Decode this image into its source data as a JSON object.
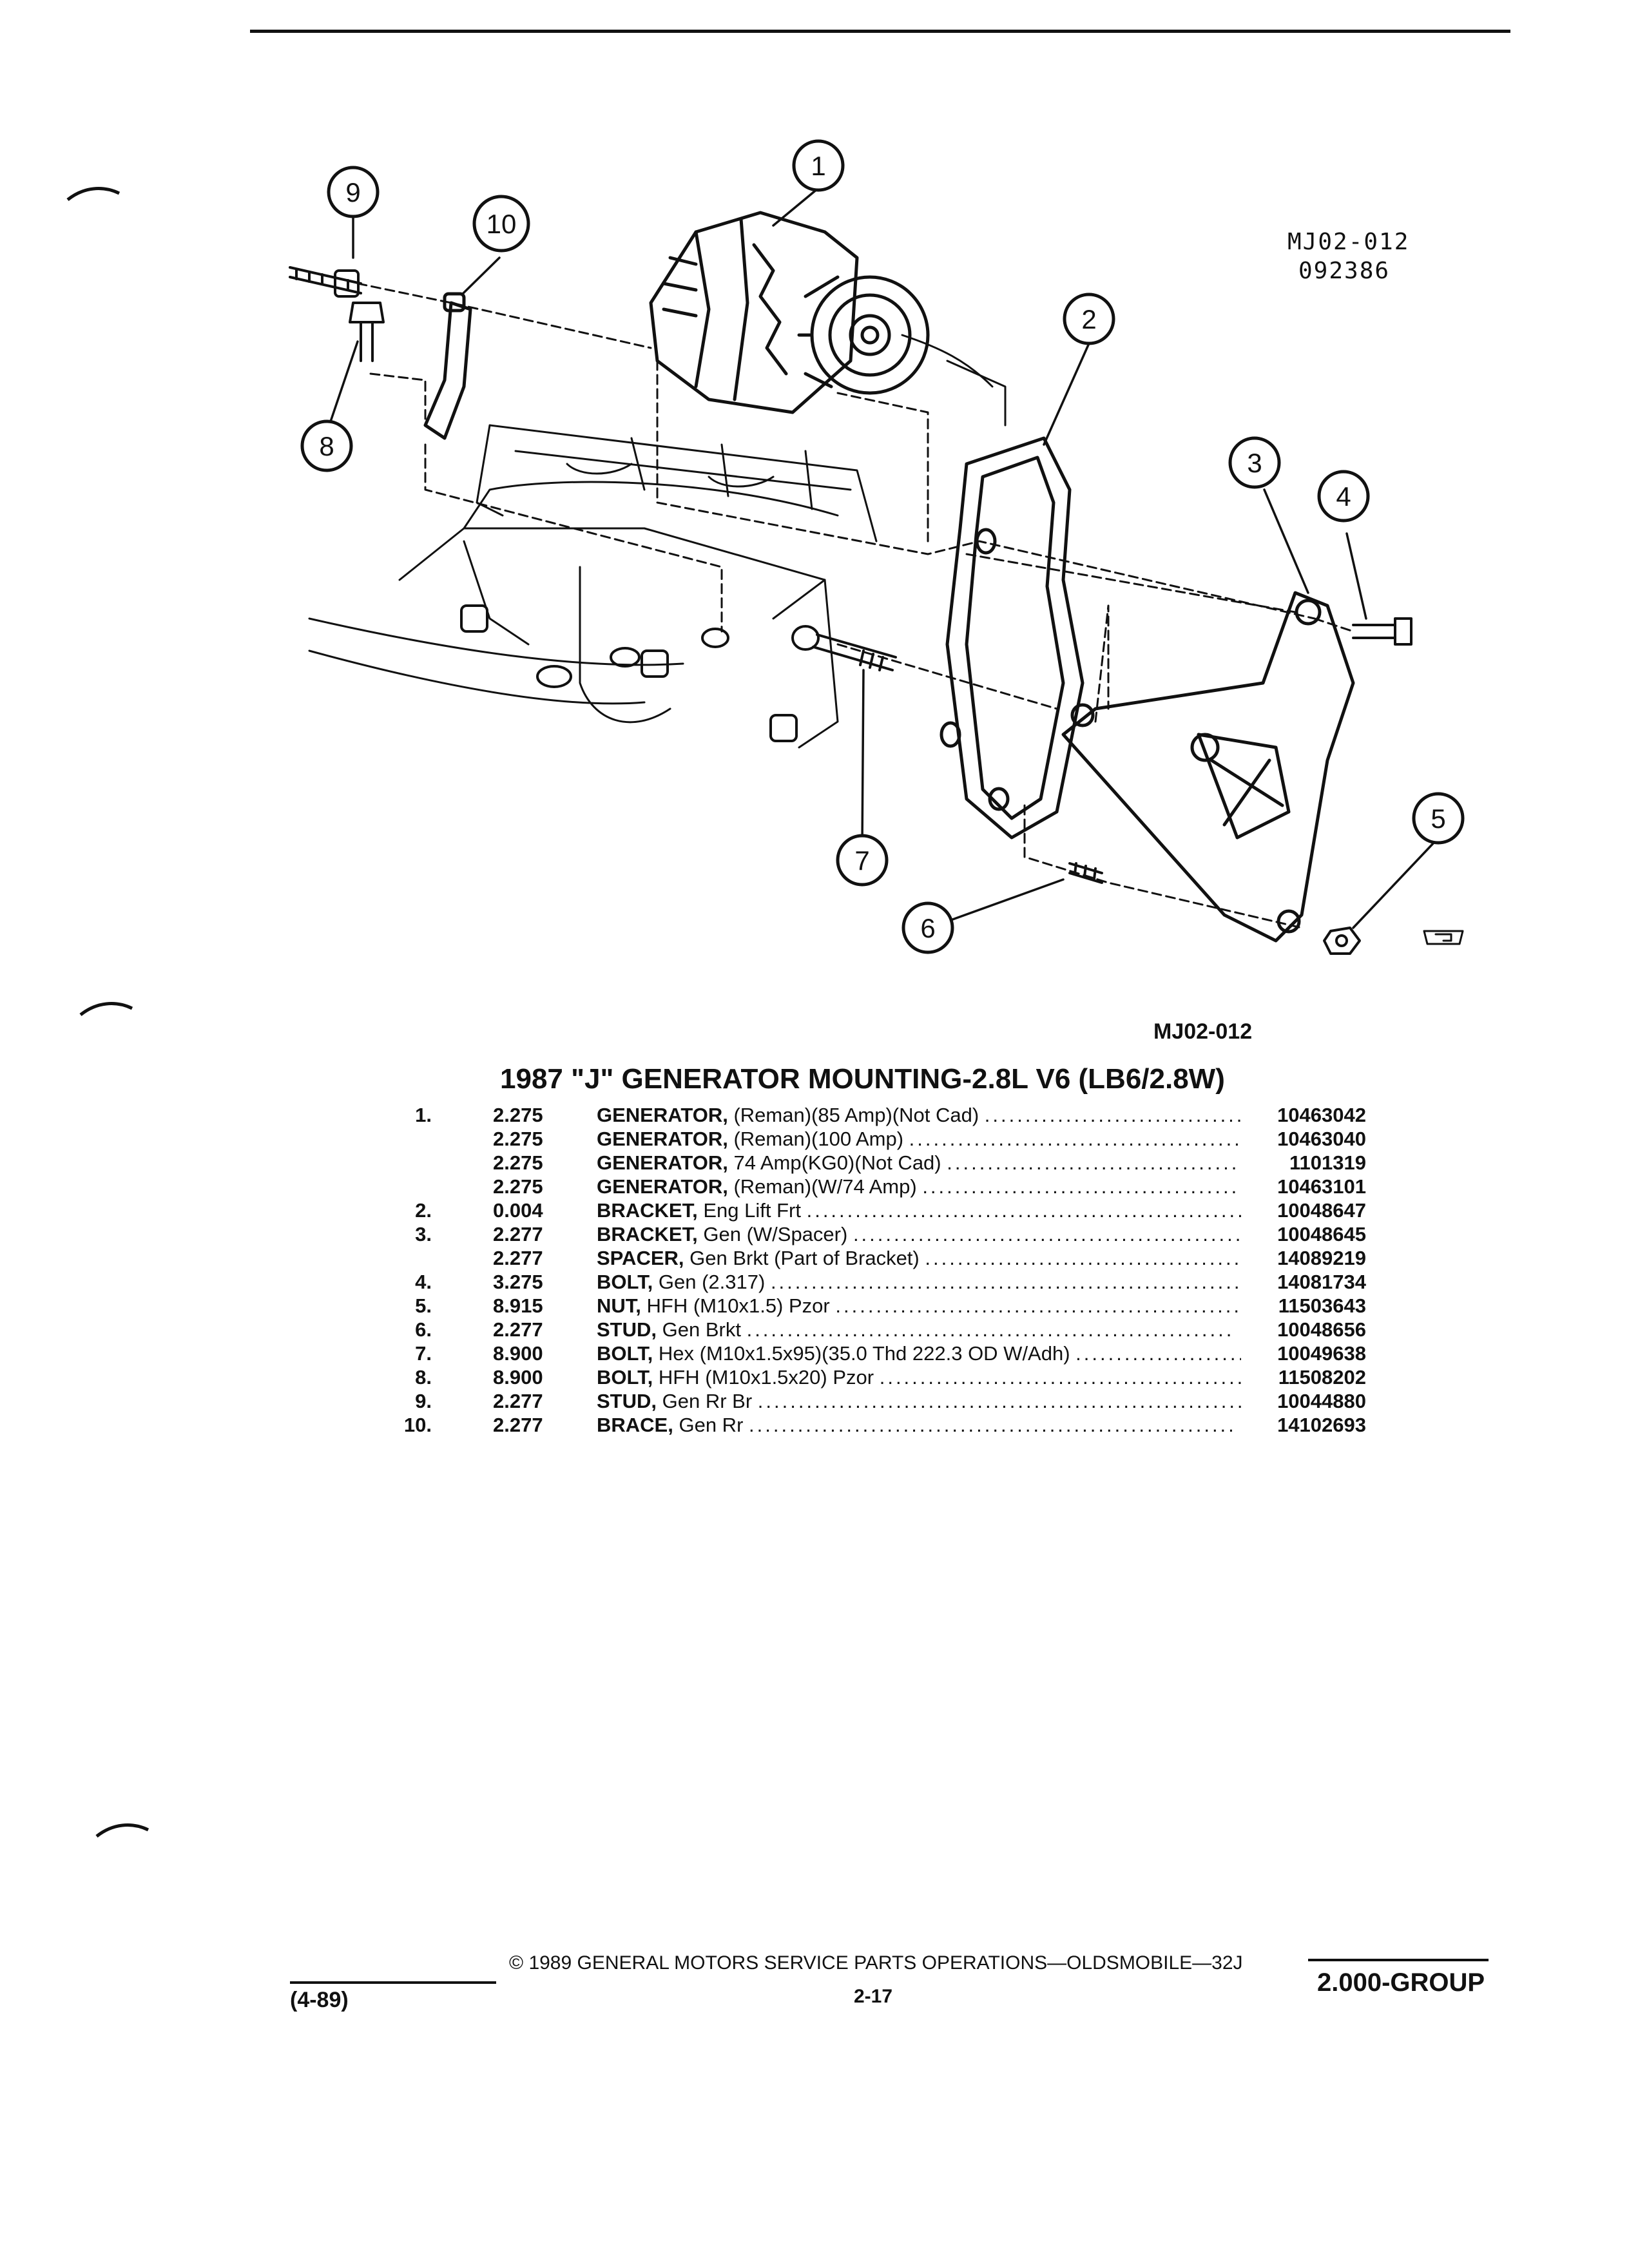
{
  "figure": {
    "code_top_line1": "MJ02-012",
    "code_top_line2": "092386",
    "code_caption": "MJ02-012",
    "callouts": [
      "1",
      "2",
      "3",
      "4",
      "5",
      "6",
      "7",
      "8",
      "9",
      "10"
    ]
  },
  "section_title": "1987 \"J\" GENERATOR MOUNTING-2.8L V6 (LB6/2.8W)",
  "parts": [
    {
      "item": "1.",
      "group": "2.275",
      "name": "GENERATOR,",
      "desc": "(Reman)(85 Amp)(Not Cad)",
      "part_no": "10463042"
    },
    {
      "item": "",
      "group": "2.275",
      "name": "GENERATOR,",
      "desc": "(Reman)(100 Amp)",
      "part_no": "10463040"
    },
    {
      "item": "",
      "group": "2.275",
      "name": "GENERATOR,",
      "desc": "74 Amp(KG0)(Not Cad)",
      "part_no": "1101319"
    },
    {
      "item": "",
      "group": "2.275",
      "name": "GENERATOR,",
      "desc": "(Reman)(W/74 Amp)",
      "part_no": "10463101"
    },
    {
      "item": "2.",
      "group": "0.004",
      "name": "BRACKET,",
      "desc": "Eng Lift Frt",
      "part_no": "10048647"
    },
    {
      "item": "3.",
      "group": "2.277",
      "name": "BRACKET,",
      "desc": "Gen (W/Spacer)",
      "part_no": "10048645"
    },
    {
      "item": "",
      "group": "2.277",
      "name": "SPACER,",
      "desc": "Gen Brkt (Part of Bracket)",
      "part_no": "14089219"
    },
    {
      "item": "4.",
      "group": "3.275",
      "name": "BOLT,",
      "desc": "Gen (2.317)",
      "part_no": "14081734"
    },
    {
      "item": "5.",
      "group": "8.915",
      "name": "NUT,",
      "desc": "HFH (M10x1.5) Pzor",
      "part_no": "11503643"
    },
    {
      "item": "6.",
      "group": "2.277",
      "name": "STUD,",
      "desc": "Gen Brkt",
      "part_no": "10048656"
    },
    {
      "item": "7.",
      "group": "8.900",
      "name": "BOLT,",
      "desc": "Hex (M10x1.5x95)(35.0 Thd 222.3 OD W/Adh)",
      "part_no": "10049638"
    },
    {
      "item": "8.",
      "group": "8.900",
      "name": "BOLT,",
      "desc": "HFH (M10x1.5x20) Pzor",
      "part_no": "11508202"
    },
    {
      "item": "9.",
      "group": "2.277",
      "name": "STUD,",
      "desc": "Gen Rr Br",
      "part_no": "10044880"
    },
    {
      "item": "10.",
      "group": "2.277",
      "name": "BRACE,",
      "desc": "Gen Rr",
      "part_no": "14102693"
    }
  ],
  "footer": {
    "copyright": "© 1989 GENERAL MOTORS SERVICE PARTS OPERATIONS—OLDSMOBILE—32J",
    "page": "2-17",
    "date": "(4-89)",
    "group": "2.000-GROUP"
  }
}
